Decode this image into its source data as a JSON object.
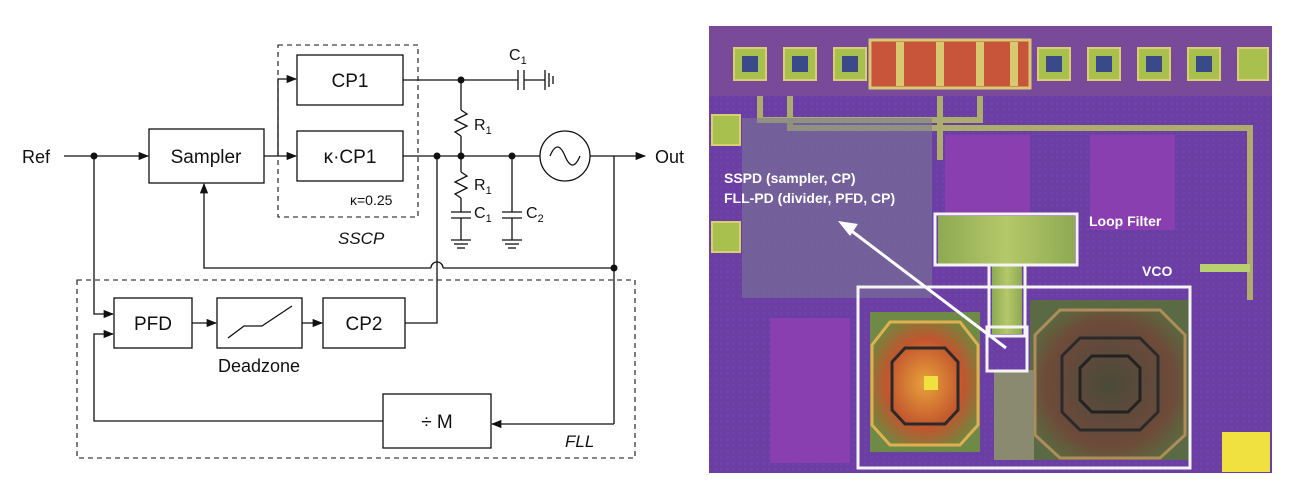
{
  "schematic": {
    "inputs": {
      "ref": "Ref",
      "out": "Out"
    },
    "blocks": {
      "sampler": "Sampler",
      "cp1": "CP1",
      "kcp1": "κ·CP1",
      "pfd": "PFD",
      "cp2": "CP2",
      "divider": "÷ M"
    },
    "kappa_note": "κ=0.25",
    "group_labels": {
      "sscp": "SSCP",
      "fll": "FLL",
      "deadzone": "Deadzone"
    },
    "components": {
      "c1_top": {
        "base": "C",
        "sub": "1"
      },
      "r1_upper": {
        "base": "R",
        "sub": "1"
      },
      "r1_lower": {
        "base": "R",
        "sub": "1"
      },
      "c1_bottom": {
        "base": "C",
        "sub": "1"
      },
      "c2": {
        "base": "C",
        "sub": "2"
      }
    }
  },
  "die_photo": {
    "labels": {
      "sspd": "SSPD (sampler, CP)",
      "fll_pd": "FLL-PD (divider, PFD, CP)",
      "loop_filter": "Loop Filter",
      "vco": "VCO"
    },
    "colors": {
      "background": "#6a3fa0",
      "annotation": "#ffffff",
      "metal": "#9fb85a",
      "pad_ring": "#b8c24a"
    }
  }
}
